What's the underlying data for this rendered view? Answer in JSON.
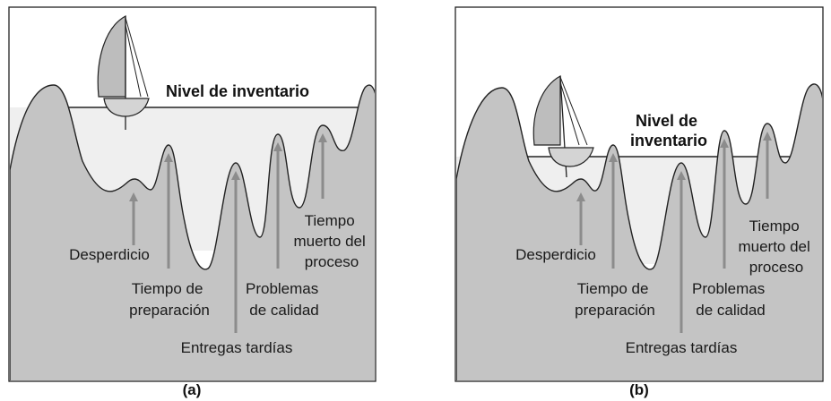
{
  "panels": [
    {
      "caption": "(a)",
      "inventory_label": [
        "Nivel de inventario"
      ],
      "labels": {
        "waste": [
          "Desperdicio"
        ],
        "setup": [
          "Tiempo de",
          "preparación"
        ],
        "late": [
          "Entregas tardías"
        ],
        "quality": [
          "Problemas",
          "de calidad"
        ],
        "downtime": [
          "Tiempo",
          "muerto del",
          "proceso"
        ]
      }
    },
    {
      "caption": "(b)",
      "inventory_label": [
        "Nivel de",
        "inventario"
      ],
      "labels": {
        "waste": [
          "Desperdicio"
        ],
        "setup": [
          "Tiempo de",
          "preparación"
        ],
        "late": [
          "Entregas tardías"
        ],
        "quality": [
          "Problemas",
          "de calidad"
        ],
        "downtime": [
          "Tiempo",
          "muerto del",
          "proceso"
        ]
      }
    }
  ],
  "colors": {
    "rock": "#c4c4c4",
    "water": "#efefef",
    "arrow": "#8c8c8c",
    "sail": "#bdbdbd",
    "outline": "#222222"
  }
}
